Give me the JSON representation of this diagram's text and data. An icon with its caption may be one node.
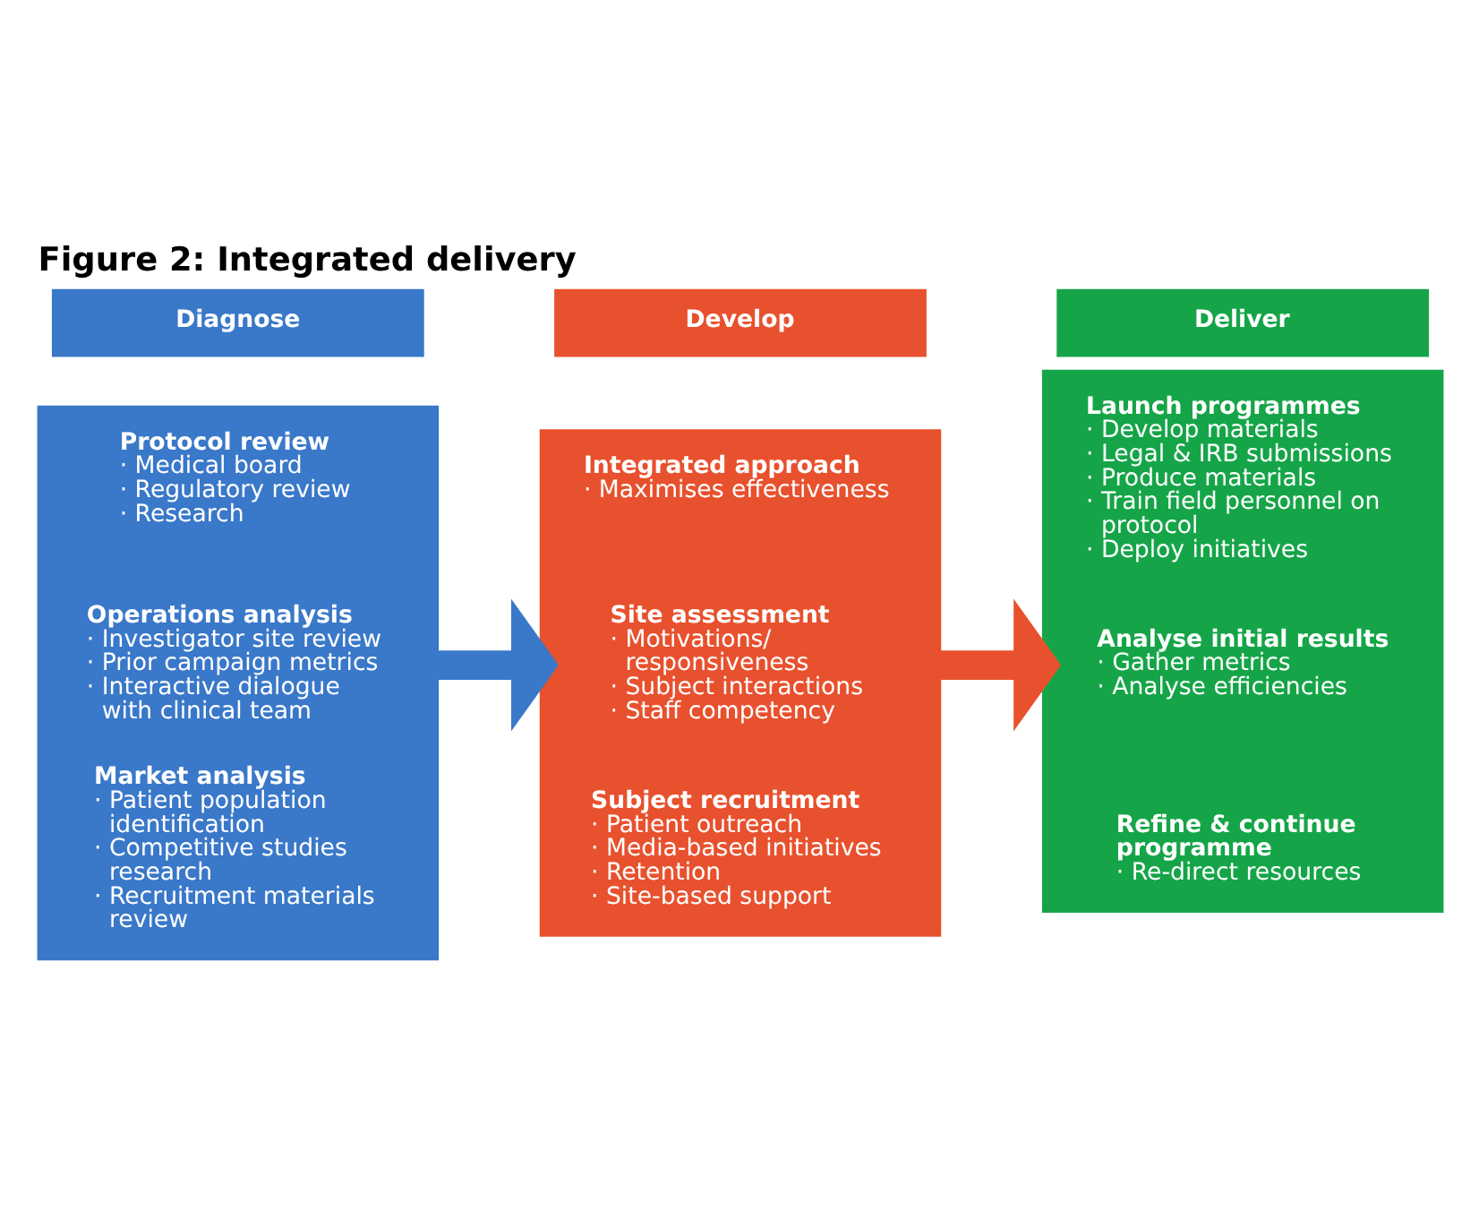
{
  "diagram": {
    "title": "Figure 2: Integrated delivery",
    "nodes": [
      {
        "text": [
          "Diagnose"
        ]
      },
      {
        "text": [],
        "shape": "box"
      },
      {
        "text": [
          "Protocol review",
          "· Medical board",
          "· Regulatory review",
          "· Research"
        ],
        "in": 1
      },
      {
        "text": [
          "Operations analysis",
          "· Investigator site review",
          "· Prior campaign metrics",
          "· Interactive dialogue with clinical team"
        ],
        "in": 1
      },
      {
        "text": [
          "Market analysis",
          "· Patient population identification",
          "· Competitive studies research",
          "· Recruitment materials review"
        ],
        "in": 1
      },
      {
        "text": [
          "Develop"
        ]
      },
      {
        "text": [],
        "shape": "box"
      },
      {
        "text": [
          "Integrated approach",
          "· Maximises effectiveness"
        ],
        "in": 6
      },
      {
        "text": [
          "Site assessment",
          "· Motivations/ responsiveness",
          "· Subject interactions",
          "· Staff competency"
        ],
        "in": 6
      },
      {
        "text": [
          "Subject recruitment",
          "· Patient outreach",
          "· Media-based initiatives",
          "· Retention",
          "· Site-based support"
        ],
        "in": 6
      },
      {
        "text": [
          "Deliver"
        ]
      },
      {
        "text": [],
        "shape": "box"
      },
      {
        "text": [
          "Launch programmes",
          "· Develop materials",
          "· Legal & IRB submissions",
          "· Produce materials",
          "· Train field personnel on protocol",
          "· Deploy initiatives"
        ],
        "in": 11
      },
      {
        "text": [
          "Analyse initial results",
          "· Gather metrics",
          "· Analyse efficiencies"
        ],
        "in": 11
      },
      {
        "text": [
          "Refine & continue programme",
          "· Re-direct resources"
        ],
        "in": 11
      }
    ],
    "edges": [
      {
        "from": 1,
        "to": 6,
        "arrow": "to",
        "color": "#3a78c9"
      },
      {
        "from": 6,
        "to": 11,
        "arrow": "to",
        "color": "#e8512e"
      }
    ]
  }
}
